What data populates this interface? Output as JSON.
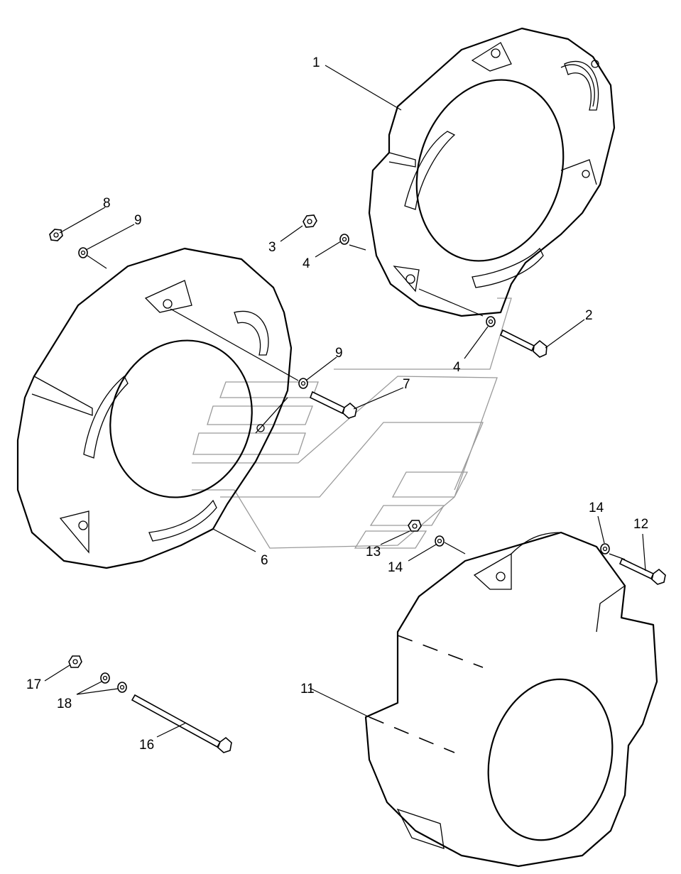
{
  "callouts": [
    {
      "id": "c1",
      "text": "1"
    },
    {
      "id": "c2",
      "text": "2"
    },
    {
      "id": "c3",
      "text": "3"
    },
    {
      "id": "c4a",
      "text": "4"
    },
    {
      "id": "c4b",
      "text": "4"
    },
    {
      "id": "c6",
      "text": "6"
    },
    {
      "id": "c7",
      "text": "7"
    },
    {
      "id": "c8",
      "text": "8"
    },
    {
      "id": "c9a",
      "text": "9"
    },
    {
      "id": "c9b",
      "text": "9"
    },
    {
      "id": "c11",
      "text": "11"
    },
    {
      "id": "c12",
      "text": "12"
    },
    {
      "id": "c13",
      "text": "13"
    },
    {
      "id": "c14a",
      "text": "14"
    },
    {
      "id": "c14b",
      "text": "14"
    },
    {
      "id": "c16",
      "text": "16"
    },
    {
      "id": "c17",
      "text": "17"
    },
    {
      "id": "c18",
      "text": "18"
    }
  ]
}
